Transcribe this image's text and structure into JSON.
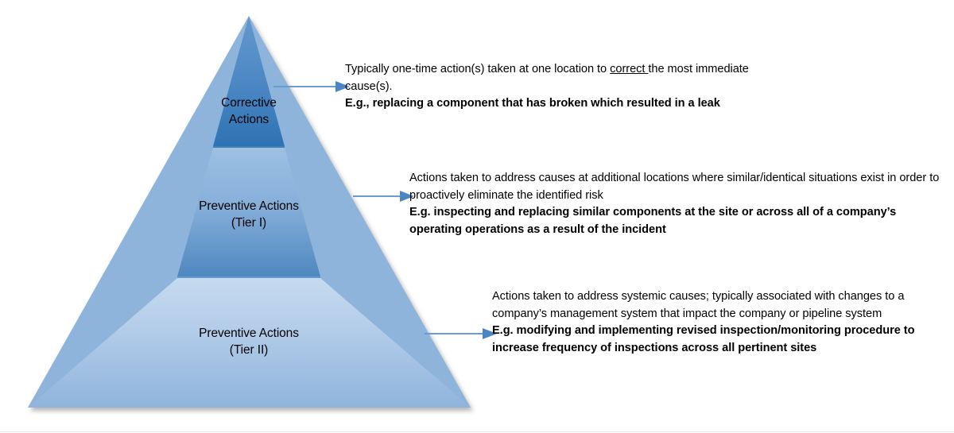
{
  "diagram": {
    "title": "Corrective and Preventive Actions Pyramid",
    "background_color": "#FFFFFF",
    "arrow_color": "#6A9BD1",
    "text_color": "#000000"
  },
  "pyramid": {
    "tiers": [
      {
        "id": "corrective-actions",
        "label": "Corrective\nActions",
        "label_line_1": "Corrective",
        "label_line_2": "Actions",
        "fill_top": "#5B93C8",
        "fill_bottom": "#2E73B3",
        "edge_color": "#2E6DA8"
      },
      {
        "id": "preventive-actions-tier-1",
        "label": "Preventive Actions\n(Tier I)",
        "label_line_1": "Preventive Actions",
        "label_line_2": "(Tier I)",
        "fill_top": "#9DC0E3",
        "fill_bottom": "#4E87BF",
        "edge_color": "#4E87BF"
      },
      {
        "id": "preventive-actions-tier-2",
        "label": "Preventive Actions\n(Tier II)",
        "label_line_1": "Preventive Actions",
        "label_line_2": "(Tier II)",
        "fill_top": "#C3D8EF",
        "fill_bottom": "#8FB4DC",
        "edge_color": "#8FB4DC"
      }
    ]
  },
  "callouts": [
    {
      "id": "callout-corrective",
      "description_part_1": "Typically one-time action(s) taken at one location to ",
      "description_emphasis": "correct ",
      "description_part_2": "the most immediate cause(s).",
      "example": "E.g., replacing a component that has broken which resulted in a leak"
    },
    {
      "id": "callout-preventive-tier-1",
      "description": "Actions taken to address causes at additional locations where similar/identical situations exist in order to proactively eliminate the identified risk",
      "example": "E.g. inspecting and replacing similar components at the site or across all of a company’s operating operations as a result of the incident"
    },
    {
      "id": "callout-preventive-tier-2",
      "description": "Actions taken to address systemic causes; typically associated with changes to a company’s management system that impact the company or pipeline system",
      "example": "E.g. modifying and implementing revised inspection/monitoring procedure to increase frequency of inspections across all pertinent sites"
    }
  ]
}
